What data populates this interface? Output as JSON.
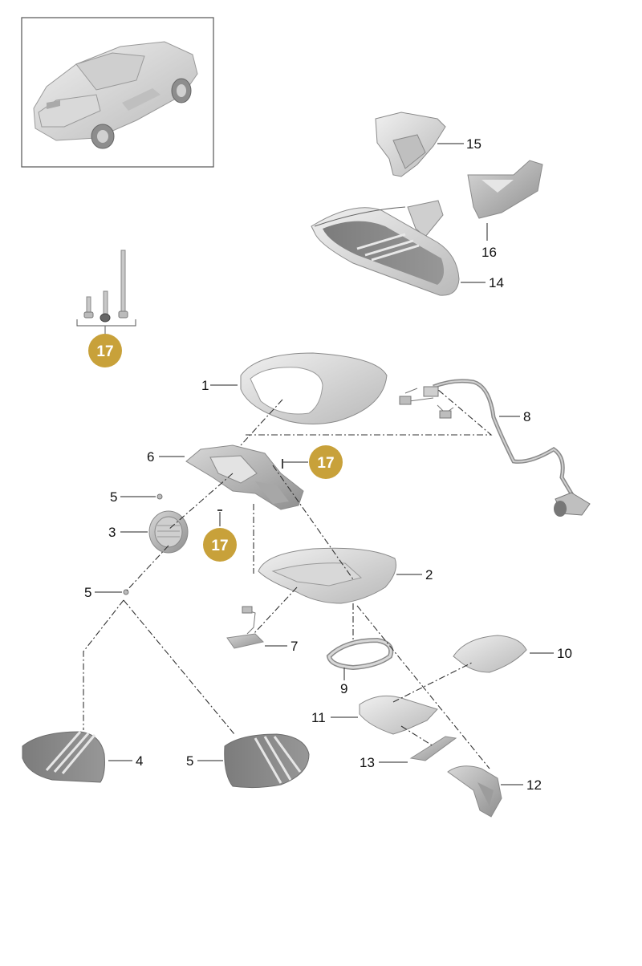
{
  "callouts": {
    "c1": "1",
    "c2": "2",
    "c3": "3",
    "c4": "4",
    "c5a": "5",
    "c5b": "5",
    "c5c": "5",
    "c6": "6",
    "c7": "7",
    "c8": "8",
    "c9": "9",
    "c10": "10",
    "c11": "11",
    "c12": "12",
    "c13": "13",
    "c14": "14",
    "c15": "15",
    "c16": "16"
  },
  "badges": {
    "b1": "17",
    "b2": "17",
    "b3": "17"
  },
  "colors": {
    "badge_fill": "#C8A13A",
    "part_light": "#dcdcdc",
    "part_mid": "#bdbdbd",
    "glass": "#8c8c8c",
    "thumbnail_border": "#555555"
  }
}
